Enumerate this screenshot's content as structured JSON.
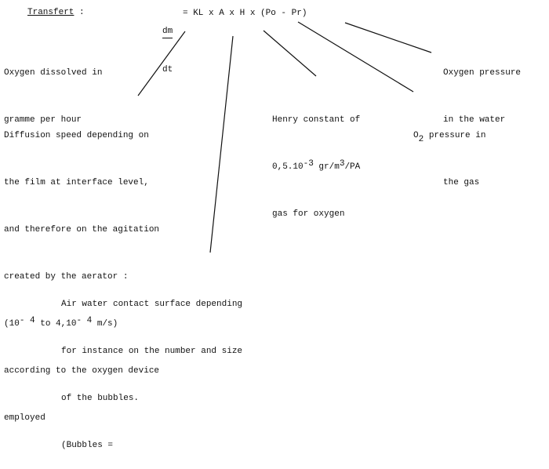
{
  "title": "Transfert",
  "title_colon": ":",
  "equation": {
    "numerator": "dm",
    "denominator": "dt",
    "rhs": "= KL x A x H x (Po - Pr)"
  },
  "annotations": {
    "dm_dt": [
      "Oxygen dissolved in",
      "gramme per hour"
    ],
    "pr": [
      "Oxygen pressure",
      "in the water"
    ],
    "h": {
      "line1": "Henry constant of",
      "line2_a": "0,5.10",
      "line2_exp1": "-3",
      "line2_b": " gr/m",
      "line2_exp2": "3",
      "line2_c": "/PA",
      "line3": "gas for oxygen"
    },
    "po": {
      "o": "O",
      "sub": "2",
      "line1_rest": " pressure in",
      "line2": "the gas"
    },
    "kl": {
      "lines": [
        "Diffusion speed depending on",
        "the film at interface level,",
        "and therefore on the agitation",
        "created by the aerator :"
      ],
      "range_a": "(10",
      "range_exp1": "- 4",
      "range_b": " to 4,10",
      "range_exp2": "- 4",
      "range_c": " m/s)",
      "tail": [
        "according to the oxygen device",
        "employed"
      ]
    },
    "a": [
      "Air water contact surface depending",
      "for instance on the number and size",
      "of the bubbles.",
      "(Bubbles ="
    ]
  }
}
